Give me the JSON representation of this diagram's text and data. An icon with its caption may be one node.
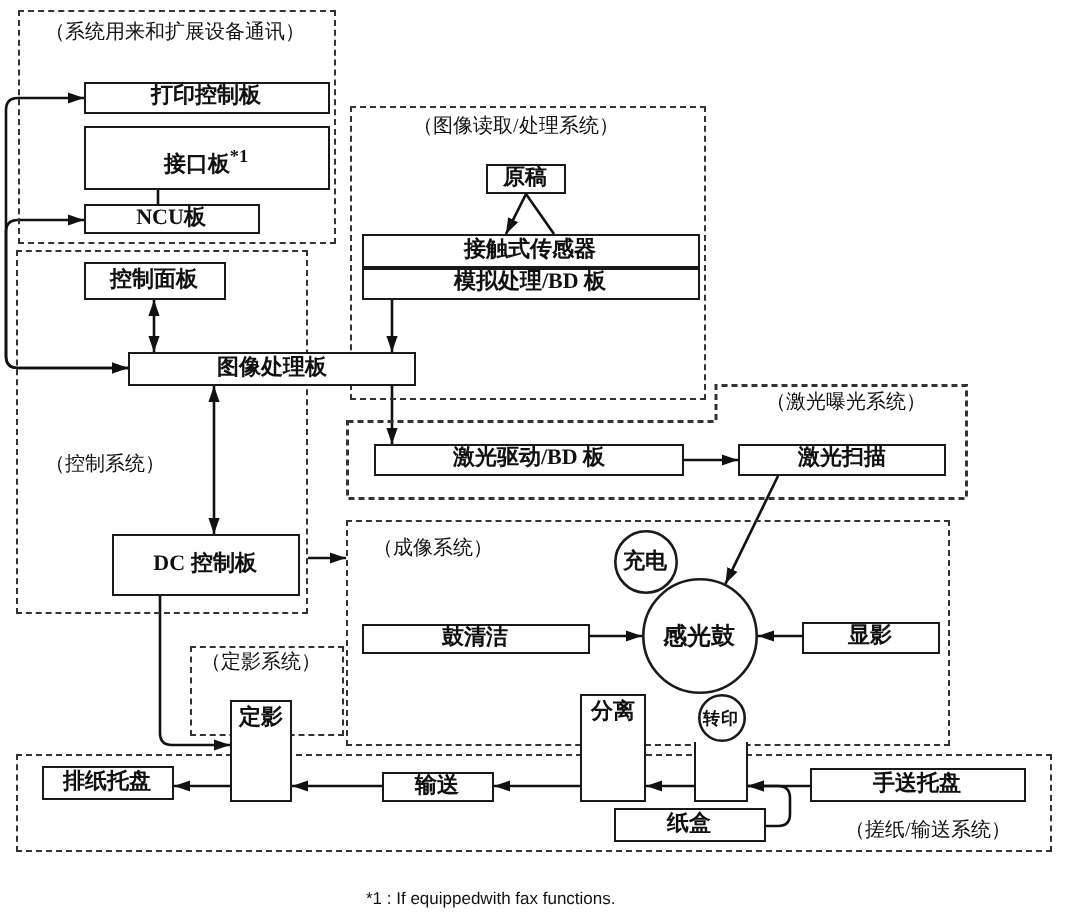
{
  "diagram": {
    "nodes": [
      {
        "text": [
          "（系统用来和扩展设备通讯）"
        ]
      },
      {
        "text": [
          "打印控制板"
        ],
        "in": 0
      },
      {
        "text": [
          "接口板$^{*1}$"
        ],
        "in": 0
      },
      {
        "text": [
          "NCU板"
        ],
        "in": 0
      },
      {
        "text": [
          "（图像读取/处理系统）"
        ]
      },
      {
        "text": [
          "原稿"
        ],
        "in": 4
      },
      {
        "text": [
          "接触式传感器"
        ],
        "in": 4
      },
      {
        "text": [
          "模拟处理/BD 板"
        ],
        "in": 4
      },
      {
        "text": [
          "（控制系统）"
        ]
      },
      {
        "text": [
          "控制面板"
        ],
        "in": 8
      },
      {
        "text": [
          "图像处理板"
        ]
      },
      {
        "text": [
          "DC 控制板"
        ],
        "in": 8
      },
      {
        "text": [
          "（激光曝光系统）"
        ]
      },
      {
        "text": [
          "激光驱动/BD 板"
        ],
        "in": 12
      },
      {
        "text": [
          "激光扫描"
        ],
        "in": 12
      },
      {
        "text": [
          "（成像系统）"
        ]
      },
      {
        "text": [
          "充电"
        ],
        "in": 15
      },
      {
        "text": [
          "感光鼓"
        ],
        "in": 15
      },
      {
        "text": [
          "鼓清洁"
        ],
        "in": 15
      },
      {
        "text": [
          "显影"
        ],
        "in": 15
      },
      {
        "text": [
          "（定影系统）"
        ]
      },
      {
        "text": [
          "定影"
        ]
      },
      {
        "text": [
          "分离"
        ]
      },
      {
        "text": [
          "转印"
        ],
        "in": 15
      },
      {
        "text": [],
        "shape": "box"
      },
      {
        "text": [
          "（搓纸/输送系统）"
        ]
      },
      {
        "text": [
          "排纸托盘"
        ],
        "in": 25
      },
      {
        "text": [
          "输送"
        ],
        "in": 25
      },
      {
        "text": [
          "手送托盘"
        ],
        "in": 25
      },
      {
        "text": [
          "纸盒"
        ],
        "in": 25
      }
    ],
    "edges": [
      {
        "from": 10,
        "to": 1,
        "arrow": "both"
      },
      {
        "from": 10,
        "to": 3,
        "arrow": "both"
      },
      {
        "from": 2,
        "to": 3,
        "arrow": "none"
      },
      {
        "from": 9,
        "to": 10,
        "arrow": "both"
      },
      {
        "from": 5,
        "to": 6,
        "arrow": "to"
      },
      {
        "from": 6,
        "to": 5,
        "arrow": "none"
      },
      {
        "from": 7,
        "to": 10,
        "arrow": "to"
      },
      {
        "from": 10,
        "to": 11,
        "arrow": "both"
      },
      {
        "from": 10,
        "to": 13,
        "arrow": "to"
      },
      {
        "from": 13,
        "to": 14,
        "arrow": "to"
      },
      {
        "from": 14,
        "to": 17,
        "arrow": "to"
      },
      {
        "from": 8,
        "to": 15,
        "arrow": "to"
      },
      {
        "from": 11,
        "to": 21,
        "arrow": "to"
      },
      {
        "from": 18,
        "to": 17,
        "arrow": "to"
      },
      {
        "from": 19,
        "to": 17,
        "arrow": "to"
      },
      {
        "from": 28,
        "to": 24,
        "arrow": "to"
      },
      {
        "from": 29,
        "to": 24,
        "arrow": "to"
      },
      {
        "from": 24,
        "to": 22,
        "arrow": "to"
      },
      {
        "from": 22,
        "to": 27,
        "arrow": "to"
      },
      {
        "from": 27,
        "to": 21,
        "arrow": "to"
      },
      {
        "from": 21,
        "to": 26,
        "arrow": "to"
      }
    ],
    "labels": [
      "*1 : If equippedwith fax functions."
    ]
  }
}
